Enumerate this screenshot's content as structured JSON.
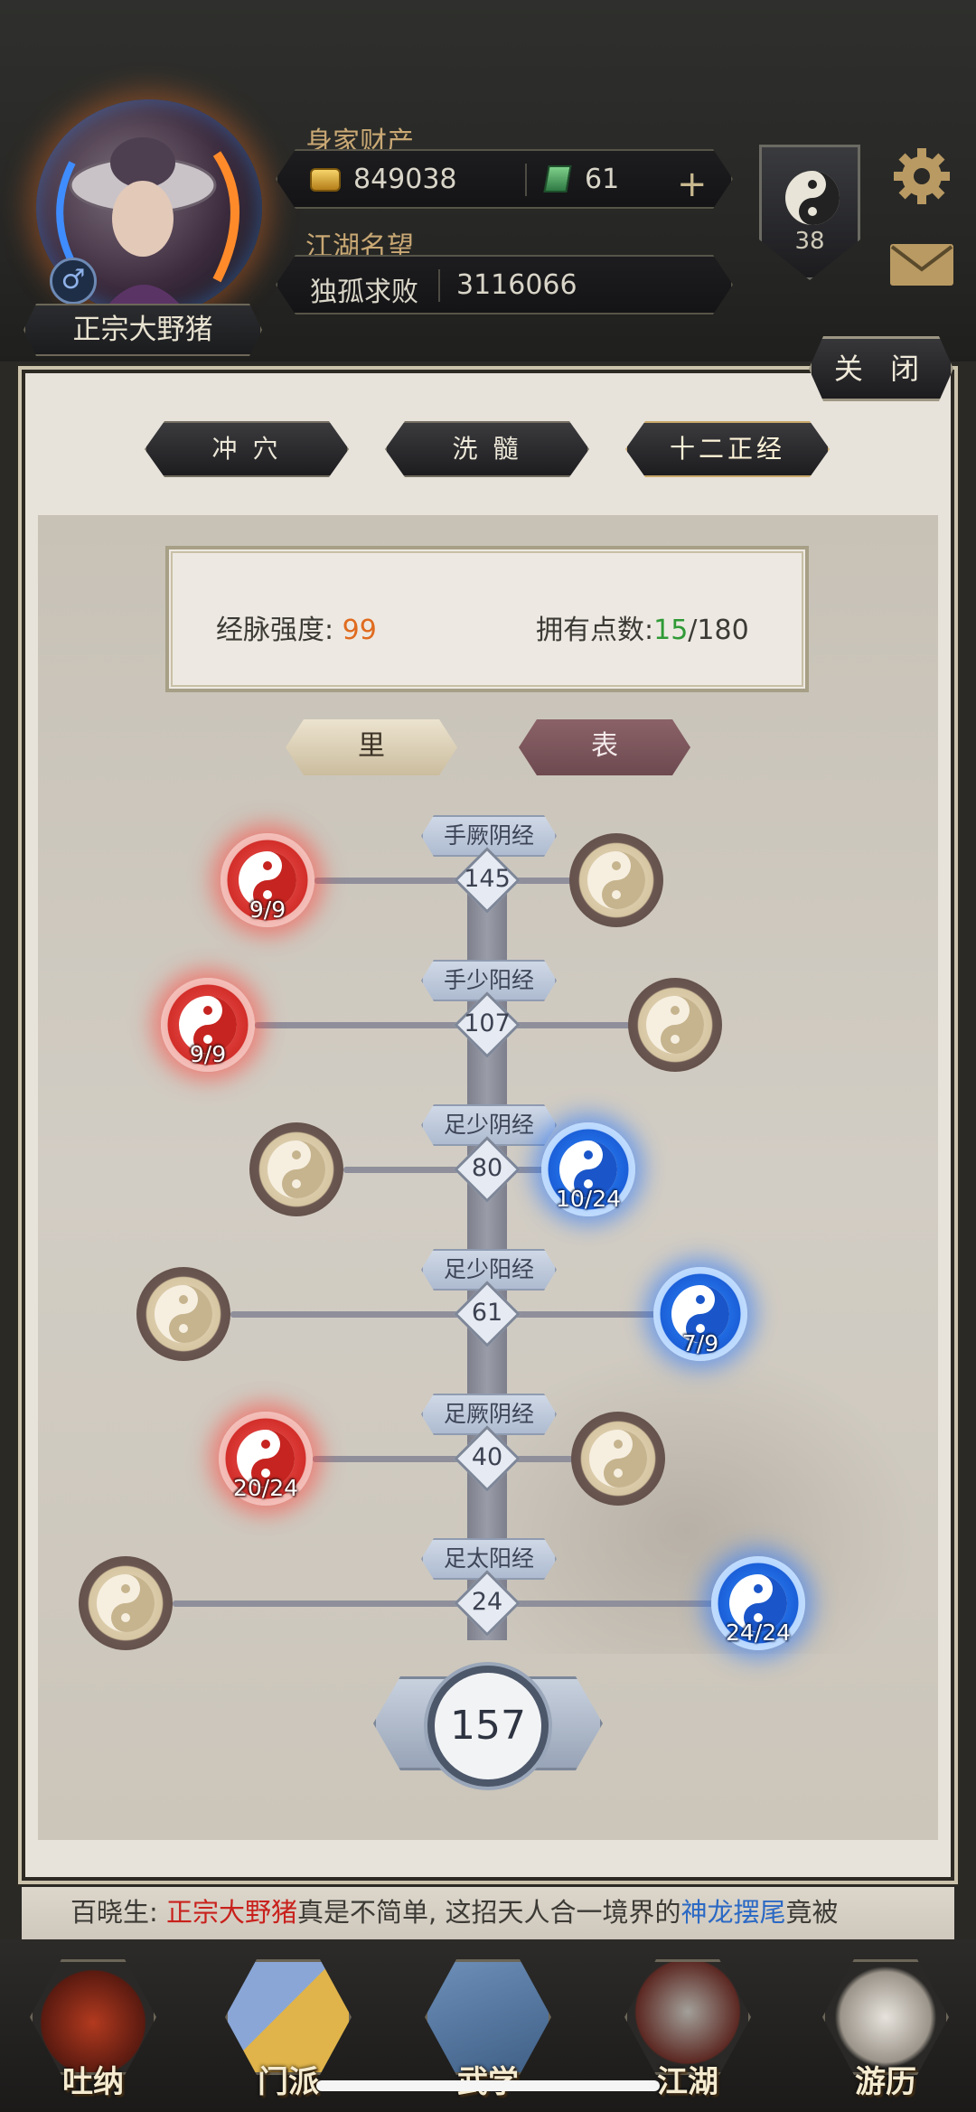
{
  "header": {
    "player_name": "正宗大野猪",
    "gender_symbol": "♂",
    "wealth_label": "身家财产",
    "gold": "849038",
    "jade": "61",
    "add_symbol": "+",
    "reputation_label": "江湖名望",
    "reputation_title": "独孤求败",
    "reputation_value": "3116066",
    "level": "38"
  },
  "panel": {
    "close_label": "关 闭",
    "tabs": [
      {
        "label": "冲 穴"
      },
      {
        "label": "洗 髓"
      },
      {
        "label": "十二正经"
      }
    ],
    "active_tab": 2,
    "strength_label": "经脉强度:",
    "strength_value": "99",
    "points_label": "拥有点数:",
    "points_owned": "15",
    "points_total": "/180",
    "switch_li": "里",
    "switch_biao": "表"
  },
  "meridians": [
    {
      "name": "手厥阴经",
      "value": "145",
      "left": {
        "state": "red",
        "label": "9/9"
      },
      "right": {
        "state": "off",
        "label": ""
      }
    },
    {
      "name": "手少阳经",
      "value": "107",
      "left": {
        "state": "red",
        "label": "9/9"
      },
      "right": {
        "state": "off",
        "label": ""
      }
    },
    {
      "name": "足少阴经",
      "value": "80",
      "left": {
        "state": "off",
        "label": ""
      },
      "right": {
        "state": "blue",
        "label": "10/24"
      }
    },
    {
      "name": "足少阳经",
      "value": "61",
      "left": {
        "state": "off",
        "label": ""
      },
      "right": {
        "state": "blue",
        "label": "7/9"
      }
    },
    {
      "name": "足厥阴经",
      "value": "40",
      "left": {
        "state": "red",
        "label": "20/24"
      },
      "right": {
        "state": "off",
        "label": ""
      }
    },
    {
      "name": "足太阳经",
      "value": "24",
      "left": {
        "state": "off",
        "label": ""
      },
      "right": {
        "state": "blue",
        "label": "24/24"
      }
    }
  ],
  "total": "157",
  "ticker": {
    "speaker": "百晓生:",
    "player": "正宗大野猪",
    "text1": "真是不简单, 这招天人合一境界的",
    "skill": "神龙摆尾",
    "text2": "竟被"
  },
  "bottom_nav": [
    {
      "label": "吐纳"
    },
    {
      "label": "门派"
    },
    {
      "label": "武学"
    },
    {
      "label": "江湖"
    },
    {
      "label": "游历"
    }
  ],
  "colors": {
    "active_red": "#d22e2a",
    "active_blue": "#1b5fd8",
    "strength_orange": "#e06b1f",
    "points_green": "#2f9a35"
  }
}
